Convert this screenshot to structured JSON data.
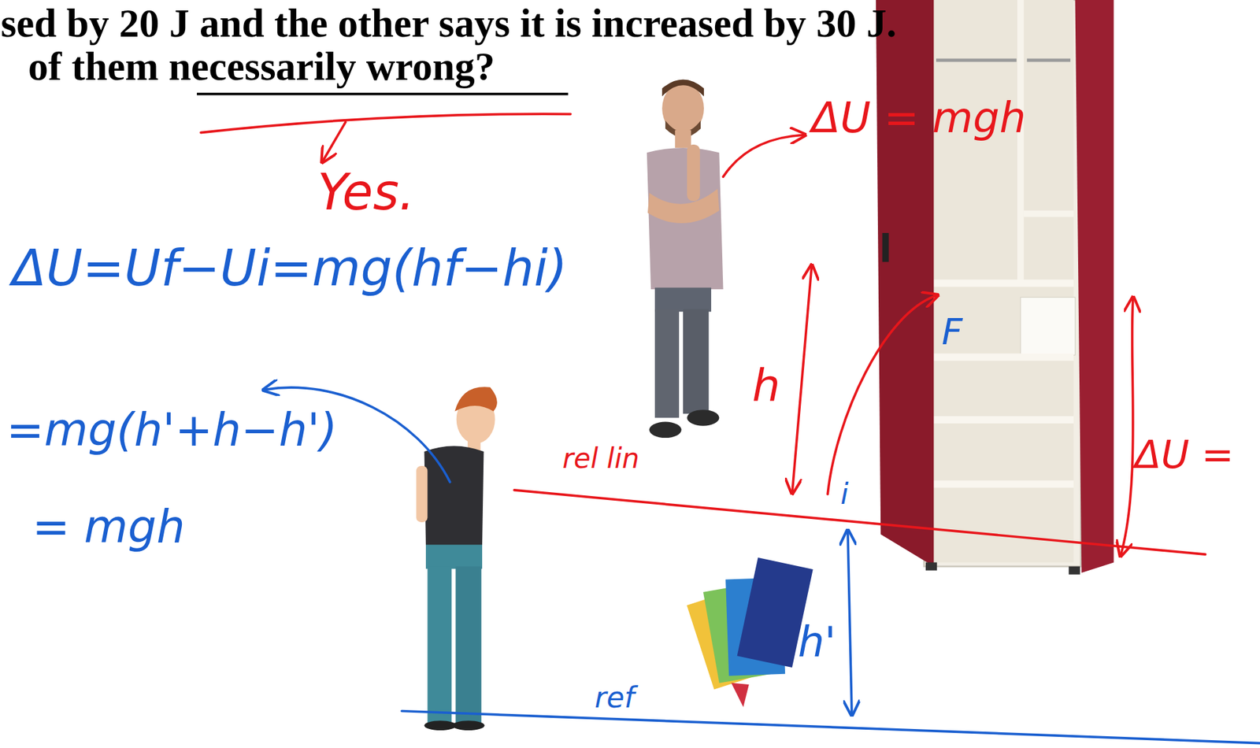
{
  "diagram": {
    "labels": [
      "sed by 20 J and the other says it is increased by 30 J.",
      "of them necessarily wrong?",
      "Yes.",
      "ΔU = mgh",
      "ΔU=Uf−Ui=mg(hf−hi)",
      "h",
      "F",
      "=mg(h'+h−h')",
      "= mgh",
      "rel lin",
      "ΔU =",
      "i",
      "h'",
      "ref"
    ]
  }
}
